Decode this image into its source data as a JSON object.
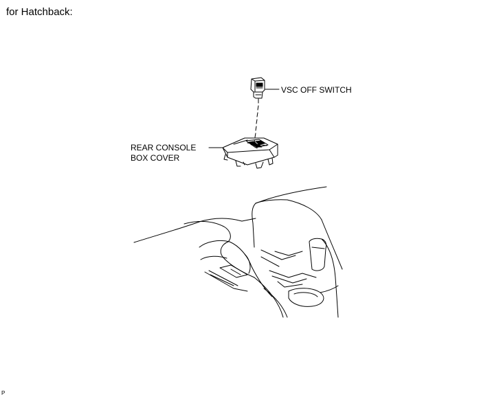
{
  "heading": "for Hatchback:",
  "callouts": {
    "vsc_off_switch": "VSC OFF SWITCH",
    "rear_console_line1": "REAR CONSOLE",
    "rear_console_line2": "BOX COVER"
  },
  "corner_mark": "P",
  "colors": {
    "line": "#000000",
    "background": "#ffffff"
  }
}
